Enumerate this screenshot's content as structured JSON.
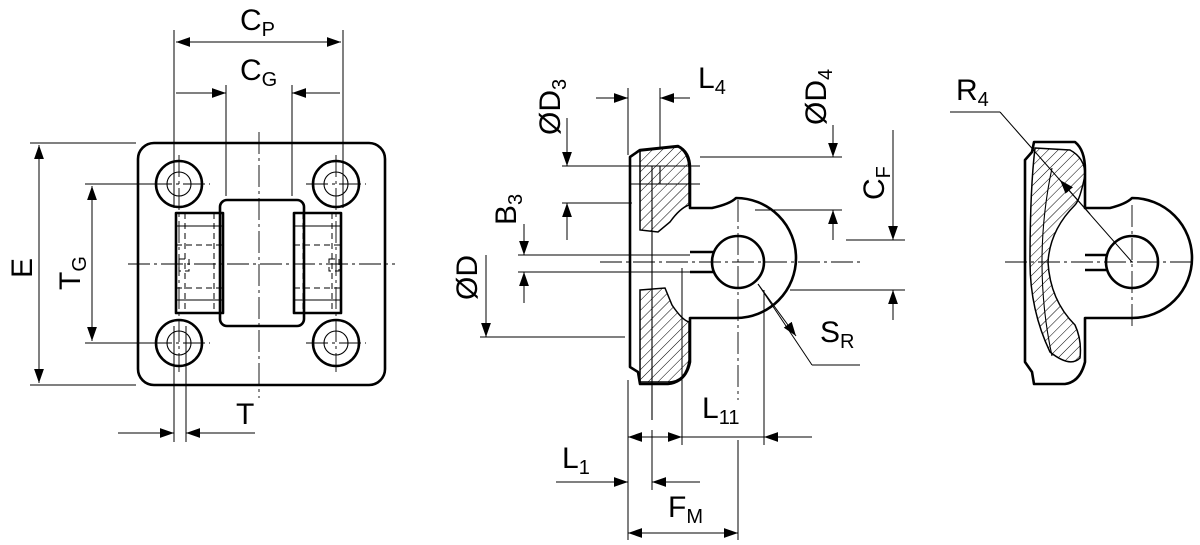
{
  "labels": {
    "cp": {
      "main": "C",
      "sub": "P"
    },
    "cg": {
      "main": "C",
      "sub": "G"
    },
    "e": {
      "main": "E"
    },
    "tg": {
      "main": "T",
      "sub": "G"
    },
    "t": {
      "main": "T"
    },
    "d3": {
      "main": "ØD",
      "sub": "3"
    },
    "l4": {
      "main": "L",
      "sub": "4"
    },
    "d4": {
      "main": "ØD",
      "sub": "4"
    },
    "cf": {
      "main": "C",
      "sub": "F"
    },
    "b3": {
      "main": "B",
      "sub": "3"
    },
    "d": {
      "main": "ØD"
    },
    "sr": {
      "main": "S",
      "sub": "R"
    },
    "l11": {
      "main": "L",
      "sub": "11"
    },
    "l1": {
      "main": "L",
      "sub": "1"
    },
    "fm": {
      "main": "F",
      "sub": "M"
    },
    "r4": {
      "main": "R",
      "sub": "4"
    }
  }
}
